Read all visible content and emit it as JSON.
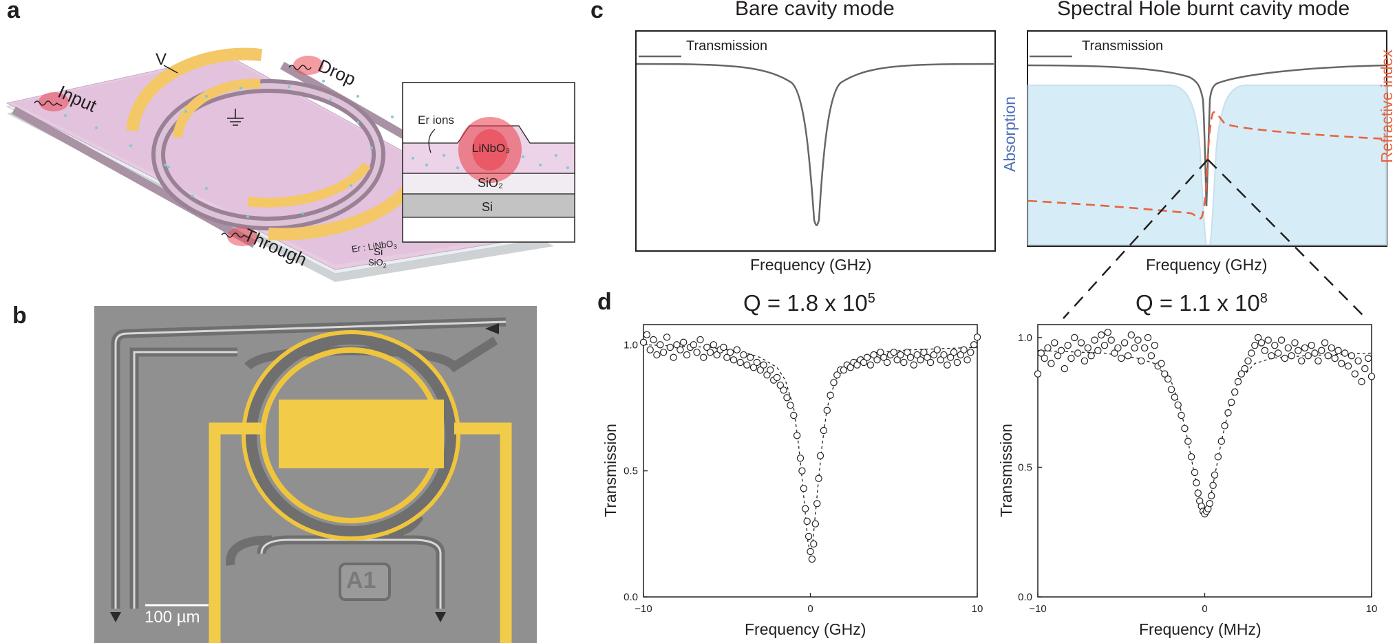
{
  "panel_labels": {
    "a": "a",
    "b": "b",
    "c": "c",
    "d": "d"
  },
  "panel_a": {
    "voltage_label": "V",
    "port_input": "Input",
    "port_drop": "Drop",
    "port_through": "Through",
    "layer_er": "Er : LiNbO",
    "layer_er_sub": "3",
    "layer_sio2": "SiO",
    "layer_sio2_sub": "2",
    "layer_si": "Si",
    "inset": {
      "er_ions": "Er ions",
      "linbo3": "LiNbO₃",
      "sio2": "SiO₂",
      "si": "Si"
    }
  },
  "panel_b": {
    "scale_bar": "100 µm",
    "chip_marking": "A1"
  },
  "panel_c": {
    "left": {
      "title": "Bare cavity mode",
      "legend": "Transmission",
      "xlabel": "Frequency (GHz)"
    },
    "right": {
      "title": "Spectral Hole burnt cavity mode",
      "legend": "Transmission",
      "xlabel": "Frequency (GHz)",
      "ylabel_left": "Absorption",
      "ylabel_right": "Refractive index"
    }
  },
  "colors": {
    "absorption_fill": "#d6ecf6",
    "refractive_index": "#e8643c",
    "transmission": "#666666",
    "absorption_label": "#4a6fb5",
    "gold": "#f6c84a"
  },
  "chart_data": [
    {
      "id": "d-left",
      "type": "scatter",
      "title": "Q = 1.8 x 10",
      "title_sup": "5",
      "xlabel": "Frequency (GHz)",
      "ylabel": "Transmission",
      "xlim": [
        -10,
        10
      ],
      "ylim": [
        0.0,
        1.08
      ],
      "xticks": [
        -10,
        0,
        10
      ],
      "yticks": [
        0.0,
        0.5,
        1.0
      ],
      "xtick_labels": [
        "−10",
        "0",
        "10"
      ],
      "ytick_labels": [
        "0.0",
        "0.5",
        "1.0"
      ],
      "series": [
        {
          "marker": "open-circle",
          "values": [
            [
              -10,
              1.01
            ],
            [
              -9.8,
              1.04
            ],
            [
              -9.6,
              0.98
            ],
            [
              -9.4,
              1.02
            ],
            [
              -9.2,
              0.96
            ],
            [
              -9,
              1.0
            ],
            [
              -8.8,
              0.97
            ],
            [
              -8.6,
              1.03
            ],
            [
              -8.4,
              0.99
            ],
            [
              -8.2,
              0.95
            ],
            [
              -8,
              1.0
            ],
            [
              -7.8,
              0.98
            ],
            [
              -7.6,
              1.01
            ],
            [
              -7.4,
              0.96
            ],
            [
              -7.2,
              0.99
            ],
            [
              -7,
              1.0
            ],
            [
              -6.8,
              0.97
            ],
            [
              -6.6,
              1.02
            ],
            [
              -6.4,
              0.95
            ],
            [
              -6.2,
              0.99
            ],
            [
              -6,
              0.97
            ],
            [
              -5.8,
              1.0
            ],
            [
              -5.6,
              0.96
            ],
            [
              -5.4,
              0.98
            ],
            [
              -5.2,
              0.99
            ],
            [
              -5,
              0.95
            ],
            [
              -4.8,
              0.97
            ],
            [
              -4.6,
              0.94
            ],
            [
              -4.4,
              0.98
            ],
            [
              -4.2,
              0.93
            ],
            [
              -4,
              0.96
            ],
            [
              -3.8,
              0.92
            ],
            [
              -3.6,
              0.95
            ],
            [
              -3.4,
              0.91
            ],
            [
              -3.2,
              0.93
            ],
            [
              -3,
              0.9
            ],
            [
              -2.8,
              0.92
            ],
            [
              -2.6,
              0.88
            ],
            [
              -2.4,
              0.9
            ],
            [
              -2.2,
              0.86
            ],
            [
              -2,
              0.87
            ],
            [
              -1.8,
              0.84
            ],
            [
              -1.6,
              0.82
            ],
            [
              -1.4,
              0.79
            ],
            [
              -1.2,
              0.76
            ],
            [
              -1,
              0.72
            ],
            [
              -0.8,
              0.64
            ],
            [
              -0.6,
              0.55
            ],
            [
              -0.5,
              0.5
            ],
            [
              -0.4,
              0.43
            ],
            [
              -0.3,
              0.35
            ],
            [
              -0.2,
              0.3
            ],
            [
              -0.1,
              0.24
            ],
            [
              0,
              0.18
            ],
            [
              0.1,
              0.15
            ],
            [
              0.2,
              0.21
            ],
            [
              0.3,
              0.29
            ],
            [
              0.4,
              0.37
            ],
            [
              0.5,
              0.47
            ],
            [
              0.6,
              0.56
            ],
            [
              0.8,
              0.66
            ],
            [
              1,
              0.74
            ],
            [
              1.2,
              0.8
            ],
            [
              1.4,
              0.85
            ],
            [
              1.6,
              0.88
            ],
            [
              1.8,
              0.9
            ],
            [
              2,
              0.9
            ],
            [
              2.2,
              0.92
            ],
            [
              2.4,
              0.91
            ],
            [
              2.6,
              0.93
            ],
            [
              2.8,
              0.92
            ],
            [
              3,
              0.94
            ],
            [
              3.2,
              0.93
            ],
            [
              3.4,
              0.95
            ],
            [
              3.6,
              0.92
            ],
            [
              3.8,
              0.96
            ],
            [
              4,
              0.94
            ],
            [
              4.2,
              0.97
            ],
            [
              4.4,
              0.95
            ],
            [
              4.6,
              0.93
            ],
            [
              4.8,
              0.96
            ],
            [
              5,
              0.97
            ],
            [
              5.2,
              0.94
            ],
            [
              5.4,
              0.96
            ],
            [
              5.6,
              0.93
            ],
            [
              5.8,
              0.97
            ],
            [
              6,
              0.95
            ],
            [
              6.2,
              0.92
            ],
            [
              6.4,
              0.96
            ],
            [
              6.6,
              0.94
            ],
            [
              6.8,
              0.97
            ],
            [
              7,
              0.95
            ],
            [
              7.2,
              0.93
            ],
            [
              7.4,
              0.96
            ],
            [
              7.6,
              0.98
            ],
            [
              7.8,
              0.94
            ],
            [
              8,
              0.96
            ],
            [
              8.2,
              0.92
            ],
            [
              8.4,
              0.95
            ],
            [
              8.6,
              0.97
            ],
            [
              8.8,
              0.93
            ],
            [
              9,
              0.96
            ],
            [
              9.2,
              0.98
            ],
            [
              9.4,
              0.94
            ],
            [
              9.6,
              0.97
            ],
            [
              9.8,
              1.0
            ],
            [
              10,
              1.03
            ]
          ]
        },
        {
          "line": "dashed-fit",
          "values": [
            [
              -10,
              1.0
            ],
            [
              -6,
              0.99
            ],
            [
              -4,
              0.97
            ],
            [
              -3,
              0.95
            ],
            [
              -2,
              0.91
            ],
            [
              -1.5,
              0.86
            ],
            [
              -1,
              0.75
            ],
            [
              -0.7,
              0.6
            ],
            [
              -0.5,
              0.47
            ],
            [
              -0.3,
              0.33
            ],
            [
              -0.15,
              0.22
            ],
            [
              0,
              0.17
            ],
            [
              0.15,
              0.22
            ],
            [
              0.3,
              0.33
            ],
            [
              0.5,
              0.47
            ],
            [
              0.7,
              0.6
            ],
            [
              1,
              0.75
            ],
            [
              1.5,
              0.86
            ],
            [
              2,
              0.91
            ],
            [
              3,
              0.95
            ],
            [
              4,
              0.97
            ],
            [
              6,
              0.98
            ],
            [
              10,
              0.99
            ]
          ]
        }
      ]
    },
    {
      "id": "d-right",
      "type": "scatter",
      "title": "Q = 1.1 x 10",
      "title_sup": "8",
      "xlabel": "Frequency (MHz)",
      "ylabel": "Transmission",
      "xlim": [
        -10,
        10
      ],
      "ylim": [
        0.0,
        1.05
      ],
      "xticks": [
        -10,
        0,
        10
      ],
      "yticks": [
        0.0,
        0.5,
        1.0
      ],
      "xtick_labels": [
        "−10",
        "0",
        "10"
      ],
      "ytick_labels": [
        "0.0",
        "0.5",
        "1.0"
      ],
      "series": [
        {
          "marker": "open-circle",
          "values": [
            [
              -10,
              0.86
            ],
            [
              -9.8,
              0.94
            ],
            [
              -9.6,
              0.92
            ],
            [
              -9.4,
              0.96
            ],
            [
              -9.2,
              0.9
            ],
            [
              -9,
              0.98
            ],
            [
              -8.8,
              0.93
            ],
            [
              -8.6,
              0.95
            ],
            [
              -8.4,
              0.88
            ],
            [
              -8.2,
              0.97
            ],
            [
              -8,
              0.92
            ],
            [
              -7.8,
              1.0
            ],
            [
              -7.6,
              0.94
            ],
            [
              -7.4,
              0.98
            ],
            [
              -7.2,
              0.91
            ],
            [
              -7,
              0.96
            ],
            [
              -6.8,
              0.93
            ],
            [
              -6.6,
              0.99
            ],
            [
              -6.4,
              0.95
            ],
            [
              -6.2,
              1.01
            ],
            [
              -6,
              0.97
            ],
            [
              -5.8,
              1.02
            ],
            [
              -5.6,
              0.99
            ],
            [
              -5.4,
              0.94
            ],
            [
              -5.2,
              0.96
            ],
            [
              -5,
              0.92
            ],
            [
              -4.8,
              0.98
            ],
            [
              -4.6,
              0.93
            ],
            [
              -4.4,
              1.01
            ],
            [
              -4.2,
              0.96
            ],
            [
              -4,
              0.99
            ],
            [
              -3.8,
              0.91
            ],
            [
              -3.6,
              0.96
            ],
            [
              -3.4,
              1.0
            ],
            [
              -3.2,
              0.93
            ],
            [
              -3,
              0.97
            ],
            [
              -2.8,
              0.89
            ],
            [
              -2.6,
              0.9
            ],
            [
              -2.4,
              0.86
            ],
            [
              -2.2,
              0.84
            ],
            [
              -2,
              0.8
            ],
            [
              -1.8,
              0.77
            ],
            [
              -1.6,
              0.74
            ],
            [
              -1.4,
              0.7
            ],
            [
              -1.2,
              0.65
            ],
            [
              -1,
              0.6
            ],
            [
              -0.8,
              0.54
            ],
            [
              -0.6,
              0.48
            ],
            [
              -0.5,
              0.44
            ],
            [
              -0.4,
              0.4
            ],
            [
              -0.3,
              0.37
            ],
            [
              -0.2,
              0.35
            ],
            [
              -0.1,
              0.33
            ],
            [
              0,
              0.32
            ],
            [
              0.1,
              0.33
            ],
            [
              0.2,
              0.34
            ],
            [
              0.3,
              0.36
            ],
            [
              0.4,
              0.39
            ],
            [
              0.5,
              0.43
            ],
            [
              0.6,
              0.47
            ],
            [
              0.8,
              0.54
            ],
            [
              1,
              0.6
            ],
            [
              1.2,
              0.66
            ],
            [
              1.4,
              0.71
            ],
            [
              1.6,
              0.75
            ],
            [
              1.8,
              0.79
            ],
            [
              2,
              0.83
            ],
            [
              2.2,
              0.86
            ],
            [
              2.4,
              0.88
            ],
            [
              2.6,
              0.91
            ],
            [
              2.8,
              0.94
            ],
            [
              3,
              0.97
            ],
            [
              3.2,
              1.0
            ],
            [
              3.4,
              0.98
            ],
            [
              3.6,
              0.95
            ],
            [
              3.8,
              0.99
            ],
            [
              4,
              0.93
            ],
            [
              4.2,
              0.97
            ],
            [
              4.4,
              0.94
            ],
            [
              4.6,
              0.99
            ],
            [
              4.8,
              0.92
            ],
            [
              5,
              0.96
            ],
            [
              5.2,
              0.93
            ],
            [
              5.4,
              0.98
            ],
            [
              5.6,
              0.95
            ],
            [
              5.8,
              0.91
            ],
            [
              6,
              0.96
            ],
            [
              6.2,
              0.93
            ],
            [
              6.4,
              0.97
            ],
            [
              6.6,
              0.94
            ],
            [
              6.8,
              0.91
            ],
            [
              7,
              0.95
            ],
            [
              7.2,
              0.98
            ],
            [
              7.4,
              0.93
            ],
            [
              7.6,
              0.96
            ],
            [
              7.8,
              0.92
            ],
            [
              8,
              0.95
            ],
            [
              8.2,
              0.9
            ],
            [
              8.4,
              0.94
            ],
            [
              8.6,
              0.89
            ],
            [
              8.8,
              0.93
            ],
            [
              9,
              0.86
            ],
            [
              9.2,
              0.91
            ],
            [
              9.4,
              0.83
            ],
            [
              9.6,
              0.88
            ],
            [
              9.8,
              0.92
            ],
            [
              10,
              0.85
            ]
          ]
        },
        {
          "line": "dashed-fit",
          "values": [
            [
              -10,
              0.95
            ],
            [
              -6,
              0.94
            ],
            [
              -4,
              0.92
            ],
            [
              -3,
              0.9
            ],
            [
              -2,
              0.83
            ],
            [
              -1.5,
              0.74
            ],
            [
              -1,
              0.6
            ],
            [
              -0.7,
              0.5
            ],
            [
              -0.4,
              0.4
            ],
            [
              -0.2,
              0.35
            ],
            [
              0,
              0.33
            ],
            [
              0.2,
              0.35
            ],
            [
              0.4,
              0.4
            ],
            [
              0.7,
              0.5
            ],
            [
              1,
              0.6
            ],
            [
              1.5,
              0.74
            ],
            [
              2,
              0.83
            ],
            [
              3,
              0.9
            ],
            [
              4,
              0.92
            ],
            [
              6,
              0.93
            ],
            [
              10,
              0.94
            ]
          ]
        }
      ]
    }
  ]
}
